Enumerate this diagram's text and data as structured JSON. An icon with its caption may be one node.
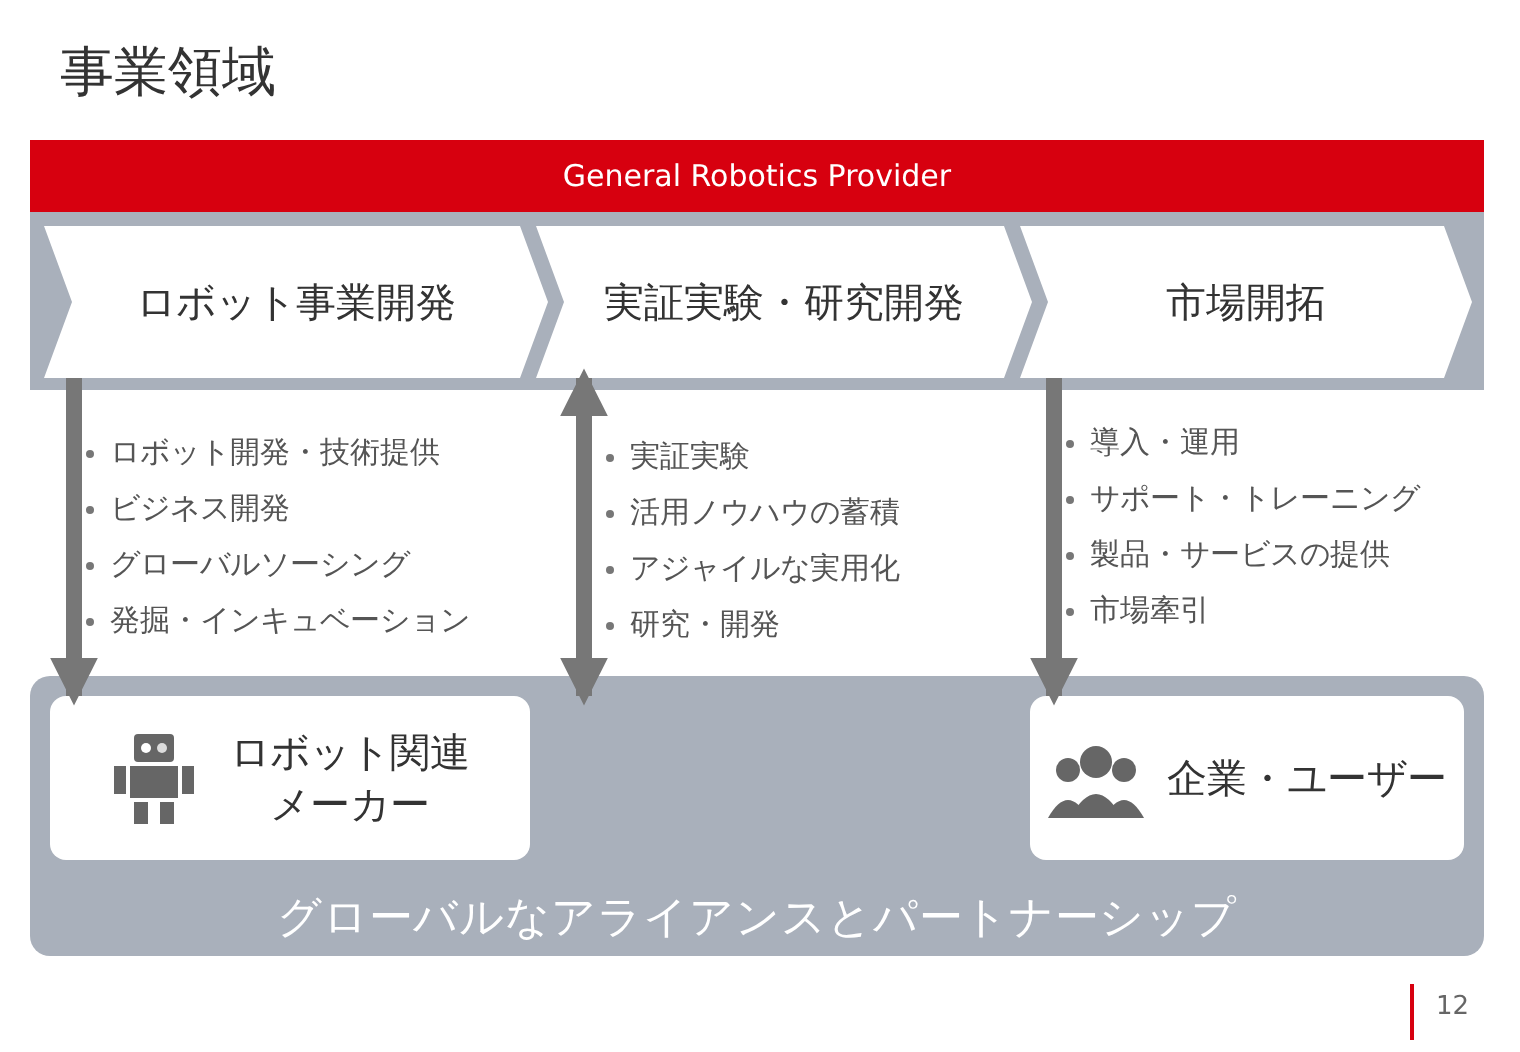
{
  "diagram": {
    "title": "事業領域",
    "nodes": [
      {
        "text": [
          "General Robotics Provider"
        ]
      },
      {
        "text": [
          "ロボット事業開発"
        ]
      },
      {
        "text": [
          "実証実験・研究開発"
        ]
      },
      {
        "text": [
          "市場開拓"
        ]
      },
      {
        "text": [
          "グローバルなアライアンスとパートナーシップ"
        ]
      },
      {
        "text": [
          "ロボット関連メーカー"
        ],
        "in": 4
      },
      {
        "text": [
          "企業・ユーザー"
        ],
        "in": 4
      }
    ],
    "edges": [
      {
        "from": 1,
        "to": 5,
        "arrow": "to"
      },
      {
        "from": 2,
        "to": 4,
        "arrow": "both"
      },
      {
        "from": 3,
        "to": 6,
        "arrow": "to"
      }
    ],
    "labels": [
      "ロボット開発・技術提供",
      "ビジネス開発",
      "グローバルソーシング",
      "発掘・インキュベーション",
      "実証実験",
      "活用ノウハウの蓄積",
      "アジャイルな実用化",
      "研究・開発",
      "導入・運用",
      "サポート・トレーニング",
      "製品・サービスの提供",
      "市場牽引",
      "12"
    ]
  }
}
